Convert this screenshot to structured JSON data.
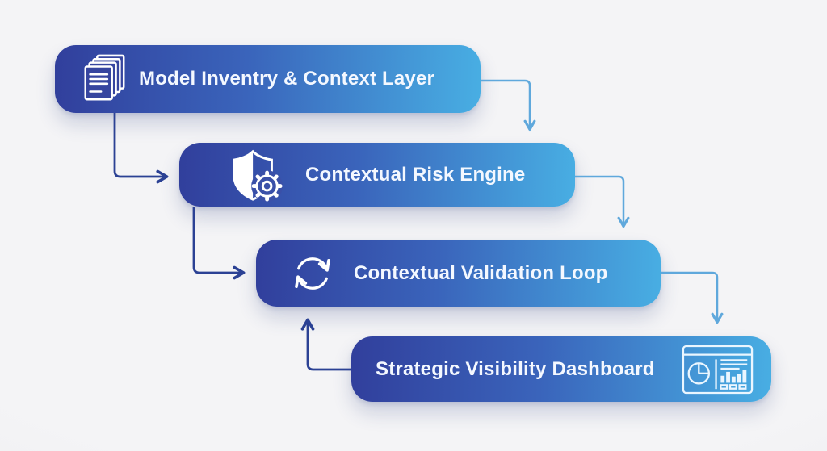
{
  "diagram": {
    "steps": [
      {
        "label": "Model Inventry & Context Layer",
        "icon": "documents-stack-icon"
      },
      {
        "label": "Contextual Risk Engine",
        "icon": "shield-gear-icon"
      },
      {
        "label": "Contextual Validation Loop",
        "icon": "sync-arrows-icon"
      },
      {
        "label": "Strategic Visibility Dashboard",
        "icon": "dashboard-icon"
      }
    ],
    "connectors": [
      {
        "from": "Model Inventry & Context Layer",
        "to": "Contextual Risk Engine",
        "side": "right",
        "direction": "down",
        "color": "light-blue"
      },
      {
        "from": "Model Inventry & Context Layer",
        "to": "Contextual Risk Engine",
        "side": "left",
        "direction": "down",
        "color": "navy"
      },
      {
        "from": "Contextual Risk Engine",
        "to": "Contextual Validation Loop",
        "side": "right",
        "direction": "down",
        "color": "light-blue"
      },
      {
        "from": "Contextual Risk Engine",
        "to": "Contextual Validation Loop",
        "side": "left",
        "direction": "down",
        "color": "navy"
      },
      {
        "from": "Contextual Validation Loop",
        "to": "Strategic Visibility Dashboard",
        "side": "right",
        "direction": "down",
        "color": "light-blue"
      },
      {
        "from": "Strategic Visibility Dashboard",
        "to": "Contextual Validation Loop",
        "side": "left",
        "direction": "up",
        "color": "navy"
      }
    ],
    "colors": {
      "box_gradient_start": "#313f9c",
      "box_gradient_mid": "#3a64bb",
      "box_gradient_end": "#48aee3",
      "arrow_light_blue": "#5fa8dc",
      "arrow_navy": "#2b4194",
      "label_text": "#f4f8ff",
      "background": "#f0f0f2",
      "icon_stroke": "#ffffff"
    }
  }
}
